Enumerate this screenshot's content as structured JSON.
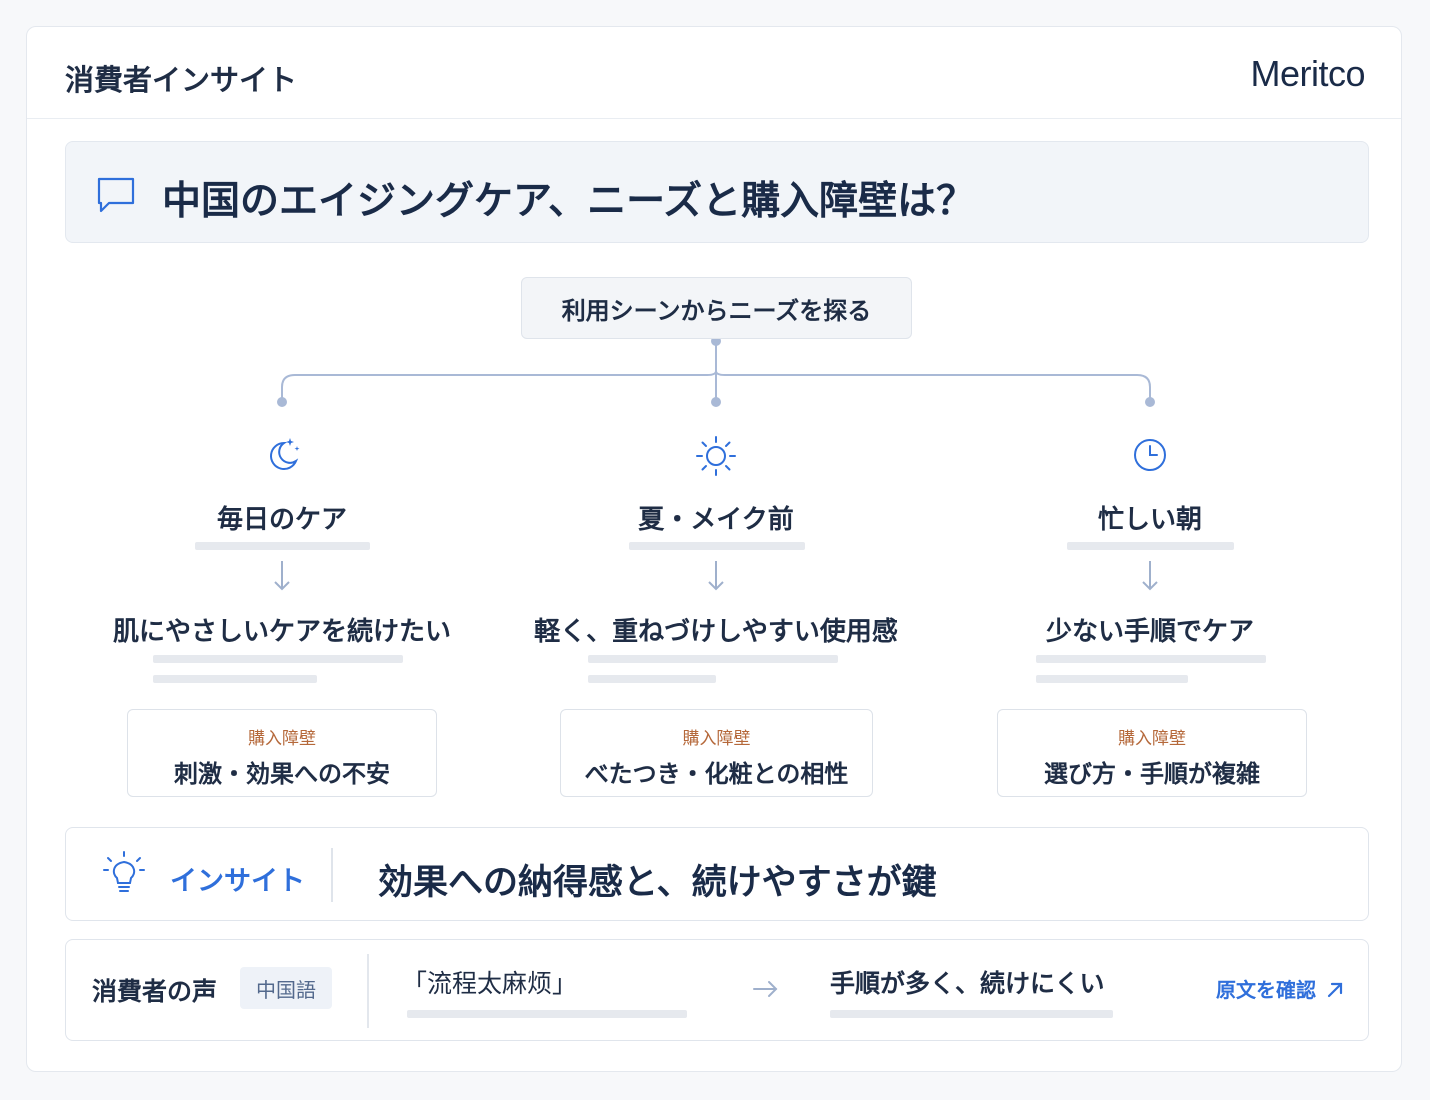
{
  "header": {
    "title": "消費者インサイト",
    "brand": "Meritco"
  },
  "question": {
    "icon": "chat-bubble-icon",
    "text": "中国のエイジングケア、ニーズと購入障壁は？"
  },
  "tree": {
    "root_label": "利用シーンからニーズを探る",
    "columns": [
      {
        "icon": "moon-sparkle-icon",
        "scene": "毎日のケア",
        "need": "肌にやさしいケアを続けたい",
        "barrier_label": "購入障壁",
        "barrier": "刺激・効果への不安"
      },
      {
        "icon": "sun-icon",
        "scene": "夏・メイク前",
        "need": "軽く、重ねづけしやすい使用感",
        "barrier_label": "購入障壁",
        "barrier": "べたつき・化粧との相性"
      },
      {
        "icon": "clock-icon",
        "scene": "忙しい朝",
        "need": "少ない手順でケア",
        "barrier_label": "購入障壁",
        "barrier": "選び方・手順が複雑"
      }
    ]
  },
  "insight": {
    "icon": "lightbulb-icon",
    "label": "インサイト",
    "text": "効果への納得感と、続けやすさが鍵"
  },
  "voice": {
    "label": "消費者の声",
    "language_badge": "中国語",
    "quote": "「流程太麻烦」",
    "translation": "手順が多く、続けにくい",
    "link_label": "原文を確認"
  },
  "colors": {
    "accent_blue": "#2f6fdb",
    "barrier_orange": "#b5683a",
    "text_dark": "#1f2d45",
    "connector": "#a9b9d6"
  }
}
